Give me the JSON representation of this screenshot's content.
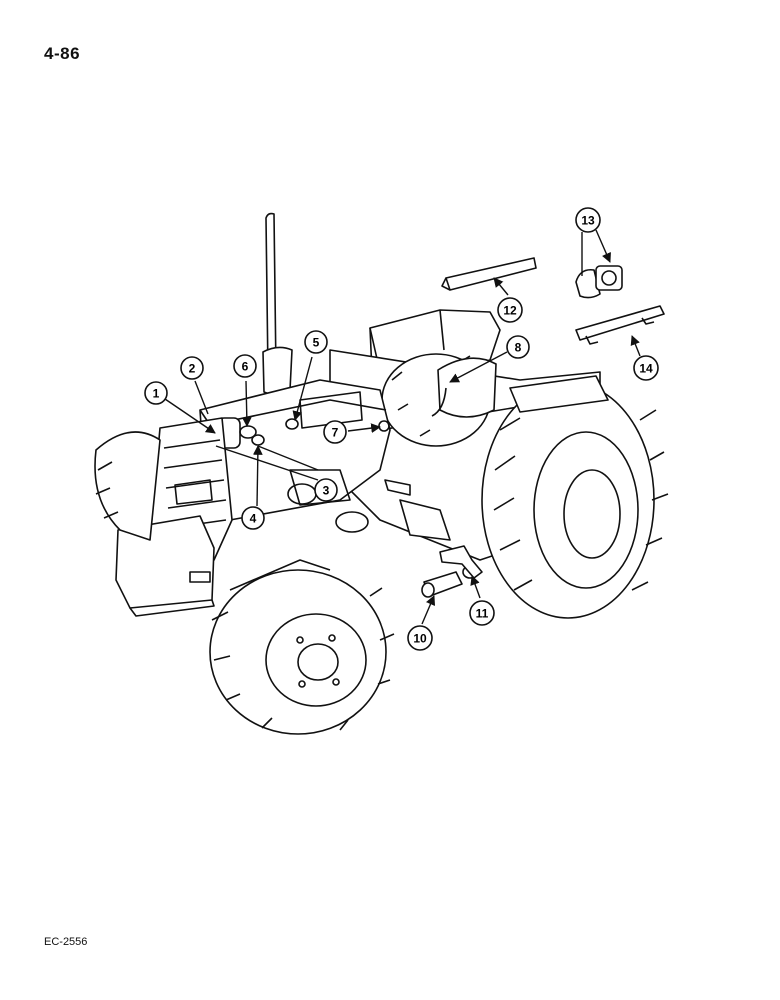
{
  "page": {
    "page_number": "4-86",
    "doc_code": "EC-2556"
  },
  "callouts": [
    {
      "id": "callout-1",
      "label": "1"
    },
    {
      "id": "callout-2",
      "label": "2"
    },
    {
      "id": "callout-3",
      "label": "3"
    },
    {
      "id": "callout-4",
      "label": "4"
    },
    {
      "id": "callout-5",
      "label": "5"
    },
    {
      "id": "callout-6",
      "label": "6"
    },
    {
      "id": "callout-7",
      "label": "7"
    },
    {
      "id": "callout-8",
      "label": "8"
    },
    {
      "id": "callout-10",
      "label": "10"
    },
    {
      "id": "callout-11",
      "label": "11"
    },
    {
      "id": "callout-12",
      "label": "12"
    },
    {
      "id": "callout-13",
      "label": "13"
    },
    {
      "id": "callout-14",
      "label": "14"
    }
  ]
}
